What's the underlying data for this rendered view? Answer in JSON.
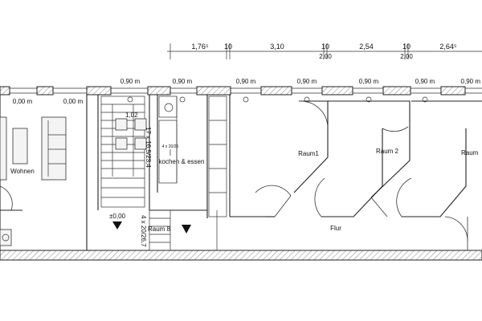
{
  "dimension_chain": {
    "segments": [
      "1,76⁵",
      "10",
      "3,10",
      "10",
      "2,54",
      "10",
      "2,64⁵"
    ],
    "secondary": [
      "2,00",
      "2,00"
    ]
  },
  "window_labels": [
    "0,90 m",
    "0,90 m",
    "0,90 m",
    "0,90 m",
    "0,90 m",
    "0,90 m",
    "0,90 m"
  ],
  "left_labels": [
    "0,00 m",
    "0,00 m"
  ],
  "rooms": {
    "wohnen": "Wohnen",
    "kochen": "kochen & essen",
    "raum1": "Raum1",
    "raum2": "Raum 2",
    "raum3": "Raum",
    "raum8": "Raum 8",
    "flur": "Flur"
  },
  "stair": {
    "label_top": "1,02",
    "label_vertical": "17 x 16,5/23,4",
    "label_lower": "4 x 20/26,7",
    "small_tag": "4 x 20/26"
  },
  "level_mark": "±0,00",
  "colors": {
    "line": "#222222",
    "hatch": "#777777"
  }
}
